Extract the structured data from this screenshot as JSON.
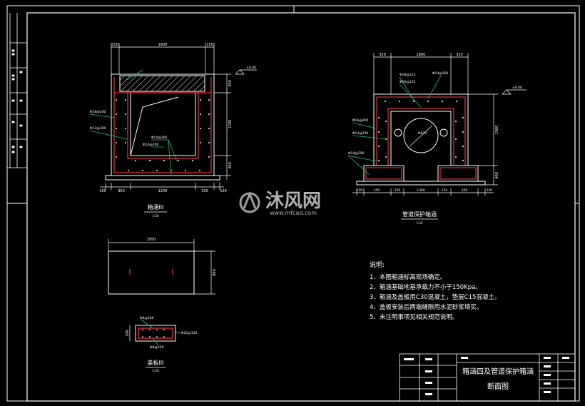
{
  "box_culvert": {
    "dim_top_left": "150",
    "dim_top_mid": "1800",
    "dim_top_right": "150",
    "dim_right_top": "300",
    "dim_right_mid": "1200",
    "dim_right_bot": "400",
    "dim_bottom": [
      "100",
      "350",
      "1200",
      "350",
      "100"
    ],
    "elev_mark": "±0.00",
    "rebar_1": "Φ18@200",
    "rebar_2": "Φ12@200",
    "rebar_3": "Φ14@200",
    "rebar_4": "Φ14@200",
    "label": "箱涵III",
    "scale": "1:50"
  },
  "pipe_protection": {
    "dim_top_left": "350",
    "dim_top_mid": "1800",
    "dim_top_right": "350",
    "dim_right_mid": "1500",
    "dim_right_bot": "400",
    "dim_bottom": [
      "100",
      "350",
      "220",
      "1360",
      "220",
      "350",
      "100"
    ],
    "rebar_a": "Φ18@125",
    "rebar_b": "Φ16@125",
    "rebar_c": "Φ14@200",
    "rebar_d": "Φ16@200",
    "rebar_e": "Φ12@200",
    "rebar_f": "Φ14@200",
    "pipe": "Φ820",
    "elev_mark": "±0.00",
    "label": "管道保护箱涵",
    "scale": "1:50"
  },
  "cover_plate_plan": {
    "dim_width": "1950",
    "dim_height": "800"
  },
  "cover_plate_section": {
    "rebar_top": "Φ8@200",
    "rebar_side": "Φ12@150",
    "rebar_bot": "Φ8@200",
    "dim_height": "200",
    "label": "盖板III",
    "scale": "1:20"
  },
  "notes": {
    "heading": "说明:",
    "items": [
      "1、本图箱涵标高现场确定。",
      "2、箱涵基础地基承载力不小于150Kpa。",
      "3、箱涵及盖板用C30混凝土，垫层C15混凝土。",
      "4、盖板安装后两端缝隙用水泥砂浆填实。",
      "5、未注明事项见相关规范说明。"
    ]
  },
  "watermark": {
    "brand": "沐风网",
    "url": "www.mfcad.com"
  },
  "title_block": {
    "title_line1": "箱涵四及管道保护箱涵",
    "title_line2": "断面图"
  },
  "colors": {
    "line": "#ffffff",
    "rebar": "#d8303a",
    "leader": "#22c36a",
    "concrete": "#ffffff"
  }
}
